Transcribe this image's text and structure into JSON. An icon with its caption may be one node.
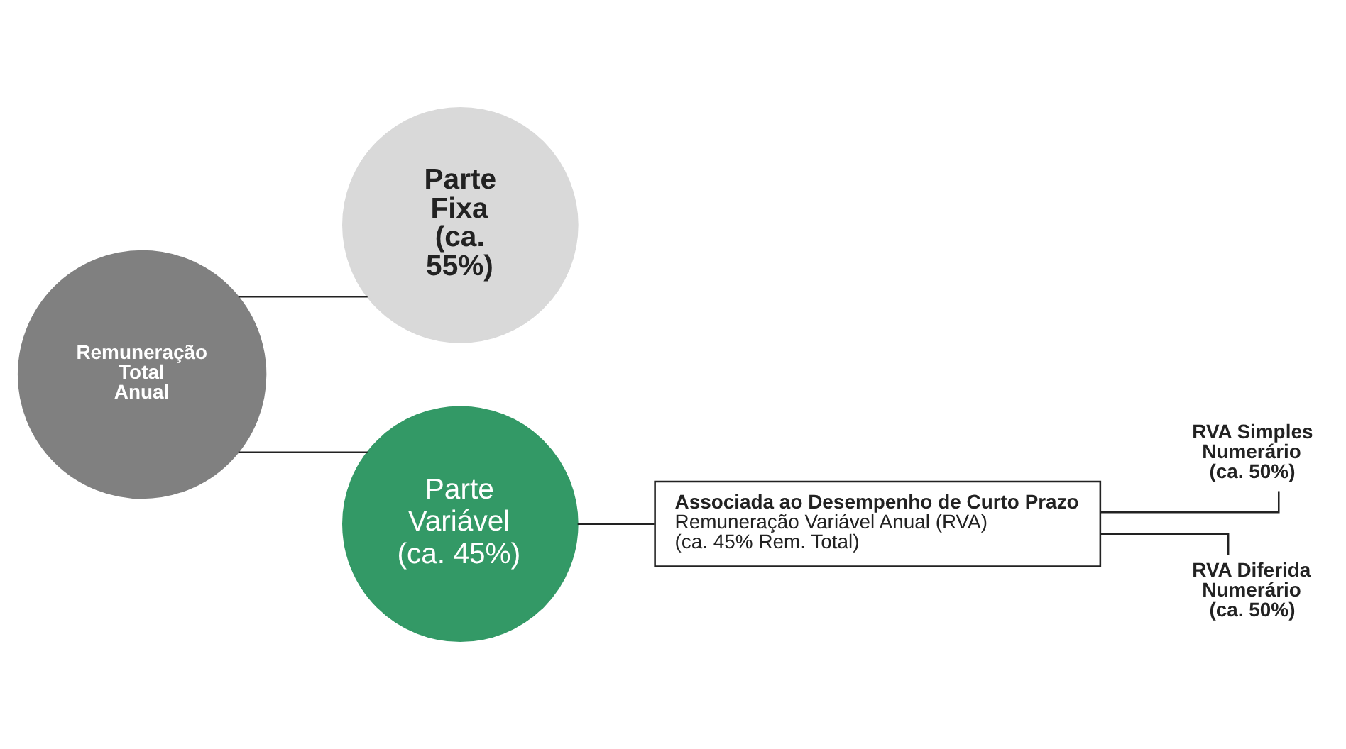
{
  "diagram": {
    "nodes": [
      {
        "text": [
          "Remuneração Total Anual"
        ]
      },
      {
        "text": [
          "Parte Fixa (ca. 55%)"
        ]
      },
      {
        "text": [
          "Parte Variável (ca. 45%)"
        ]
      },
      {
        "text": [
          "Associada ao Desempenho de Curto Prazo",
          "Remuneração Variável Anual (RVA)",
          "(ca. 45% Rem. Total)"
        ]
      },
      {
        "text": [
          "RVA Simples Numerário (ca. 50%)"
        ]
      },
      {
        "text": [
          "RVA Diferida Numerário (ca. 50%)"
        ]
      }
    ],
    "edges": [
      {
        "from": 0,
        "to": 1,
        "arrow": "none"
      },
      {
        "from": 0,
        "to": 2,
        "arrow": "none"
      },
      {
        "from": 2,
        "to": 3,
        "arrow": "none"
      },
      {
        "from": 3,
        "to": 4,
        "arrow": "none"
      },
      {
        "from": 3,
        "to": 5,
        "arrow": "none"
      }
    ]
  }
}
